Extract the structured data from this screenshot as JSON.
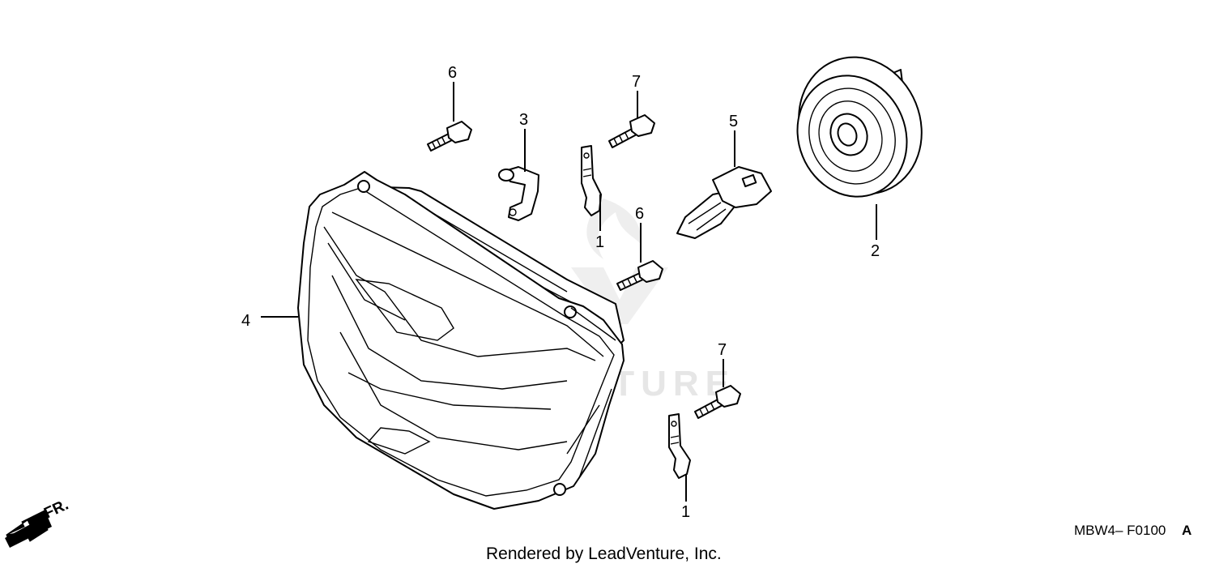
{
  "watermark": "LEADVENTURE",
  "callouts": [
    "6",
    "3",
    "7",
    "1",
    "6",
    "5",
    "2",
    "4",
    "7",
    "1"
  ],
  "front_indicator": "FR.",
  "diagram_ref": {
    "code": "MBW4– F0100",
    "suffix": "A"
  },
  "credit": "Rendered by LeadVenture, Inc."
}
